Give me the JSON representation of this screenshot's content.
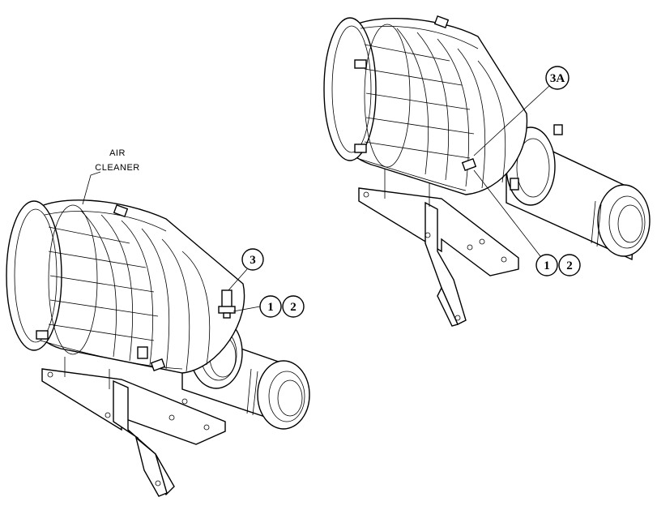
{
  "labels": {
    "air_cleaner_line1": "AIR",
    "air_cleaner_line2": "CLEANER"
  },
  "callouts": {
    "left_3": "3",
    "left_1": "1",
    "left_2": "2",
    "right_3a": "3A",
    "right_1": "1",
    "right_2": "2"
  },
  "colors": {
    "ink": "#000000",
    "paper": "#ffffff"
  }
}
